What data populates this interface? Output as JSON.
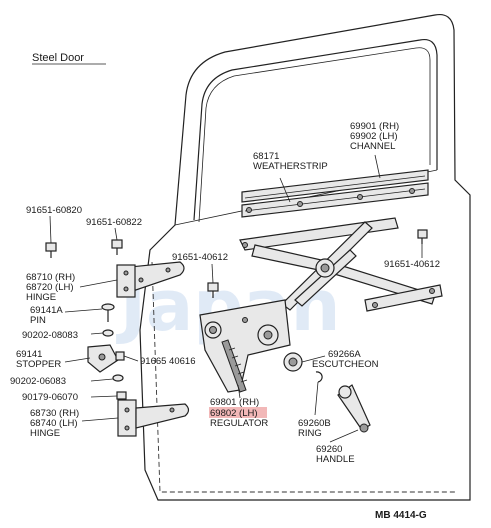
{
  "header": {
    "title": "Steel   Door",
    "code": "MB  4414-G"
  },
  "watermark": "Japan",
  "labels": {
    "channel": {
      "rh": "69901 (RH)",
      "lh": "69902 (LH)",
      "name": "CHANNEL"
    },
    "weatherstrip": {
      "num": "68171",
      "name": "WEATHERSTRIP"
    },
    "bolt_a": "91651-60820",
    "bolt_b": "91651-60822",
    "bolt_c": "91651-40612",
    "bolt_d": "91651-40612",
    "hinge_upper": {
      "rh": "68710 (RH)",
      "lh": "68720 (LH)",
      "name": "HINGE"
    },
    "pin": {
      "num": "69141A",
      "name": "PIN"
    },
    "washer_a": "90202-08083",
    "stopper": {
      "num": "69141",
      "name": "STOPPER"
    },
    "bolt_e": "91665 40616",
    "washer_b": "90202-06083",
    "bolt_f": "90179-06070",
    "hinge_lower": {
      "rh": "68730 (RH)",
      "lh": "68740 (LH)",
      "name": "HINGE"
    },
    "regulator": {
      "rh": "69801 (RH)",
      "lh": "69802 (LH)",
      "name": "REGULATOR"
    },
    "escutcheon": {
      "num": "69266A",
      "name": "ESCUTCHEON"
    },
    "ring": {
      "num": "69260B",
      "name": "RING"
    },
    "handle": {
      "num": "69260",
      "name": "HANDLE"
    }
  }
}
